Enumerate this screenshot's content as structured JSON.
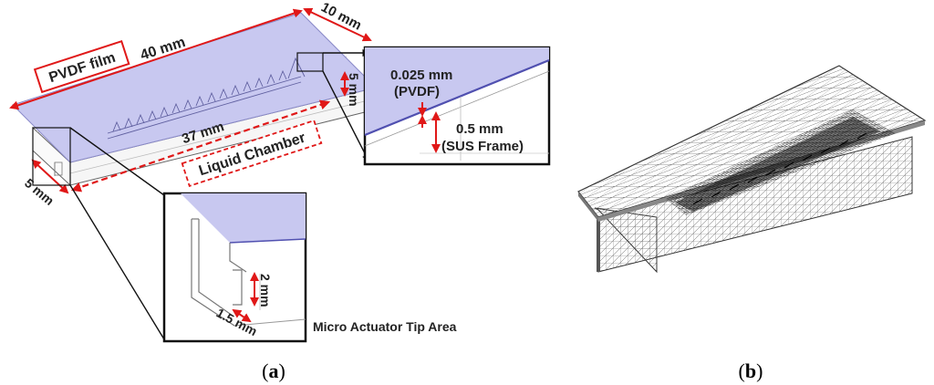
{
  "panel_a": {
    "caption_open": "(",
    "caption_letter": "a",
    "caption_close": ")",
    "labels": {
      "film": "PVDF film",
      "length_40": "40 mm",
      "width_10": "10 mm",
      "height_5": "5 mm",
      "length_37": "37 mm",
      "chamber": "Liquid Chamber",
      "depth_5": "5 mm"
    },
    "zoom_thickness": {
      "film_thickness": "0.025 mm",
      "film_material": "(PVDF)",
      "frame_thickness": "0.5 mm",
      "frame_material": "(SUS Frame)"
    },
    "zoom_tip": {
      "tip_height": "2 mm",
      "tip_width": "1.5 mm",
      "title": "Micro Actuator Tip Area"
    }
  },
  "panel_b": {
    "caption_open": "(",
    "caption_letter": "b",
    "caption_close": ")"
  },
  "colors": {
    "film": "#c8c8f0",
    "dimension_red": "#e01818",
    "mesh_dark": "#222222"
  }
}
